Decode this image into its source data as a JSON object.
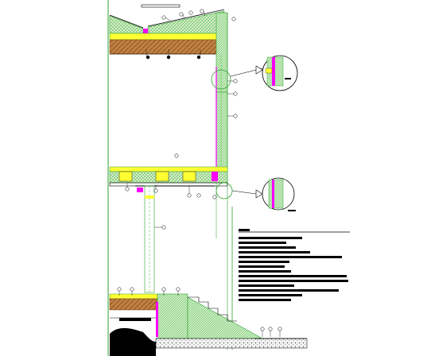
{
  "drawing": {
    "colors": {
      "background": "#ffffff",
      "structure": "#2fa02f",
      "insulation": "#d6f0c8",
      "membrane": "#ffff33",
      "timber": "#c08040",
      "accent": "#ff00ff",
      "linework": "#000000"
    },
    "callouts": [
      {
        "id": "callout-roof-1"
      },
      {
        "id": "callout-roof-2"
      },
      {
        "id": "callout-roof-3"
      },
      {
        "id": "callout-roof-4"
      },
      {
        "id": "callout-roof-5"
      },
      {
        "id": "callout-joist-1"
      },
      {
        "id": "callout-joist-2"
      },
      {
        "id": "callout-joist-3"
      },
      {
        "id": "callout-wall-1"
      },
      {
        "id": "callout-wall-2"
      },
      {
        "id": "callout-wall-3"
      },
      {
        "id": "callout-floor-1"
      },
      {
        "id": "callout-floor-2"
      },
      {
        "id": "callout-floor-3"
      },
      {
        "id": "callout-floor-4"
      },
      {
        "id": "callout-floor-5"
      },
      {
        "id": "callout-floor-6"
      },
      {
        "id": "callout-column-1"
      },
      {
        "id": "callout-base-1"
      },
      {
        "id": "callout-base-2"
      },
      {
        "id": "callout-base-3"
      },
      {
        "id": "callout-base-4"
      },
      {
        "id": "callout-ground-1"
      },
      {
        "id": "callout-ground-2"
      },
      {
        "id": "callout-ground-3"
      }
    ],
    "legend": {
      "title_bar": true,
      "rows": 14
    }
  }
}
